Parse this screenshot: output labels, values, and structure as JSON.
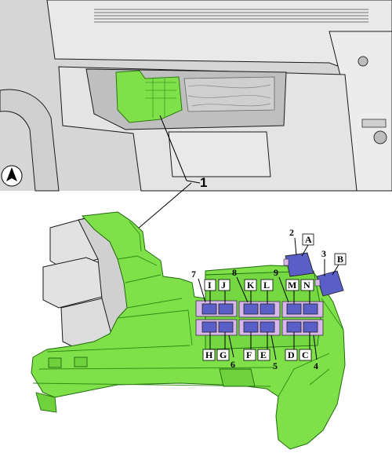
{
  "callout_main": "1",
  "fuse_labels": {
    "top_row": [
      "I",
      "J",
      "K",
      "L",
      "M",
      "N"
    ],
    "bottom_row": [
      "H",
      "G",
      "F",
      "E",
      "D",
      "C"
    ],
    "relays": [
      "A",
      "B"
    ]
  },
  "callout_numbers": [
    "2",
    "3",
    "4",
    "5",
    "6",
    "7",
    "8",
    "9"
  ],
  "icons": {
    "compass": "north-arrow-icon"
  },
  "colors": {
    "fuse_box_green": "#7fe04a",
    "relay_purple": "#5a5fc8",
    "fuse_lilac": "#d8b8ec",
    "cabin_gray": "#d9d9d9"
  }
}
